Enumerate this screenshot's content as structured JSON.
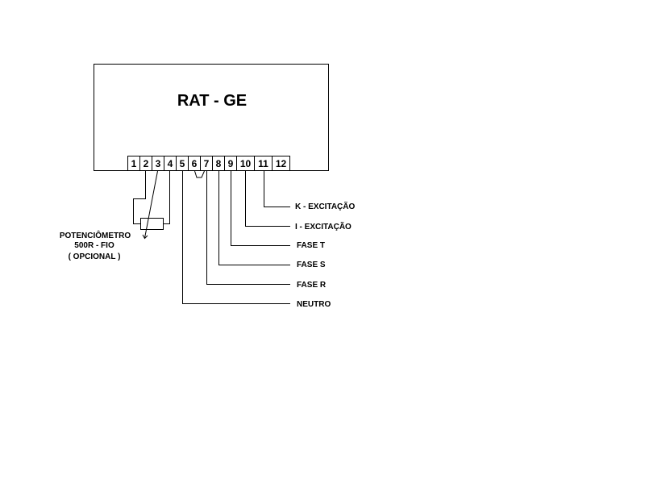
{
  "device": {
    "title": "RAT - GE"
  },
  "terminals": [
    "1",
    "2",
    "3",
    "4",
    "5",
    "6",
    "7",
    "8",
    "9",
    "10",
    "11",
    "12"
  ],
  "potentiometer": {
    "line1": "POTENCIÔMETRO",
    "line2": "500R - FIO",
    "line3": "( OPCIONAL )"
  },
  "connections": {
    "k_excitacao": "K - EXCITAÇÃO",
    "i_excitacao": "I - EXCITAÇÃO",
    "fase_t": "FASE T",
    "fase_s": "FASE S",
    "fase_r": "FASE R",
    "neutro": "NEUTRO"
  },
  "colors": {
    "line": "#000000",
    "background": "#ffffff"
  }
}
